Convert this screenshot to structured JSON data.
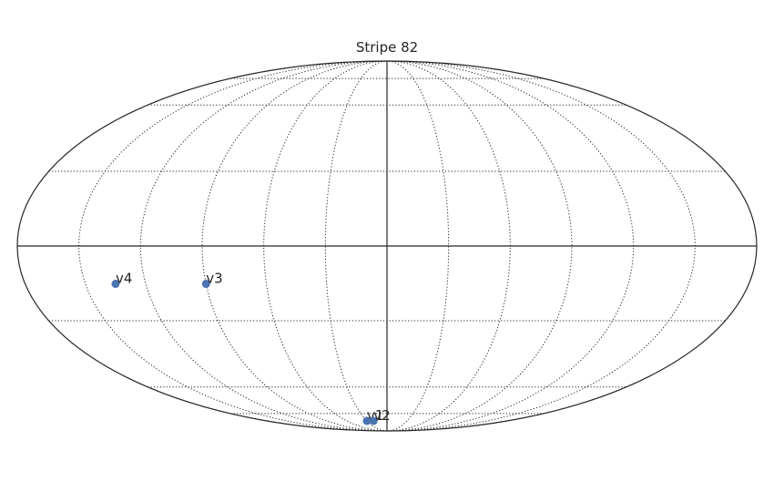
{
  "chart_data": {
    "type": "scatter",
    "title": "Stripe 82",
    "projection": "mollweide",
    "grid": true,
    "graticule": {
      "longitudes_deg": [
        -150,
        -120,
        -90,
        -60,
        -30,
        30,
        60,
        90,
        120,
        150
      ],
      "latitudes_deg": [
        -75,
        -60,
        -30,
        30,
        60,
        75
      ]
    },
    "marker_color": "#4c72b0",
    "points": [
      {
        "label": "v1",
        "lon_deg": -30,
        "lat_deg": -80
      },
      {
        "label": "v2",
        "lon_deg": -20,
        "lat_deg": -80
      },
      {
        "label": "v3",
        "lon_deg": -90,
        "lat_deg": -15
      },
      {
        "label": "v4",
        "lon_deg": -135,
        "lat_deg": -15
      }
    ]
  }
}
